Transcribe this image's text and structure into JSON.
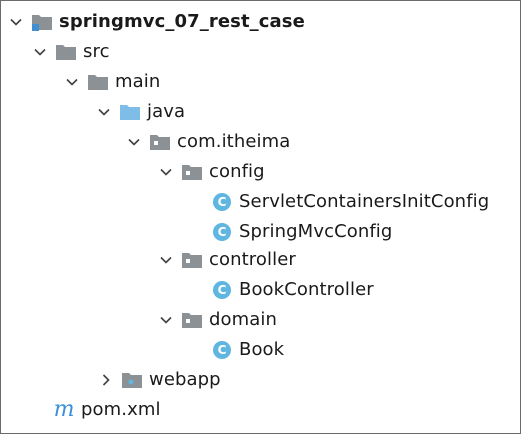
{
  "tree": {
    "project": {
      "label": "springmvc_07_rest_case",
      "icon": "module-folder-icon",
      "expanded": true
    },
    "src": {
      "label": "src",
      "icon": "folder-icon",
      "expanded": true
    },
    "main": {
      "label": "main",
      "icon": "folder-icon",
      "expanded": true
    },
    "java": {
      "label": "java",
      "icon": "source-root-folder-icon",
      "expanded": true
    },
    "package": {
      "label": "com.itheima",
      "icon": "package-icon",
      "expanded": true
    },
    "config": {
      "label": "config",
      "icon": "package-icon",
      "expanded": true
    },
    "servlet_config": {
      "label": "ServletContainersInitConfig",
      "icon": "class-icon"
    },
    "springmvc_config": {
      "label": "SpringMvcConfig",
      "icon": "class-icon"
    },
    "controller": {
      "label": "controller",
      "icon": "package-icon",
      "expanded": true
    },
    "book_controller": {
      "label": "BookController",
      "icon": "class-icon"
    },
    "domain": {
      "label": "domain",
      "icon": "package-icon",
      "expanded": true
    },
    "book": {
      "label": "Book",
      "icon": "class-icon"
    },
    "webapp": {
      "label": "webapp",
      "icon": "web-folder-icon",
      "expanded": false
    },
    "pom": {
      "label": "pom.xml",
      "icon": "maven-icon"
    }
  },
  "icons": {
    "class_badge_letter": "C",
    "maven_letter": "m"
  },
  "colors": {
    "folder_gray": "#8c9196",
    "source_root_blue": "#7dbde8",
    "class_badge": "#5fb6e0",
    "maven_blue": "#3a8fd6",
    "border": "#6b6b6b"
  }
}
